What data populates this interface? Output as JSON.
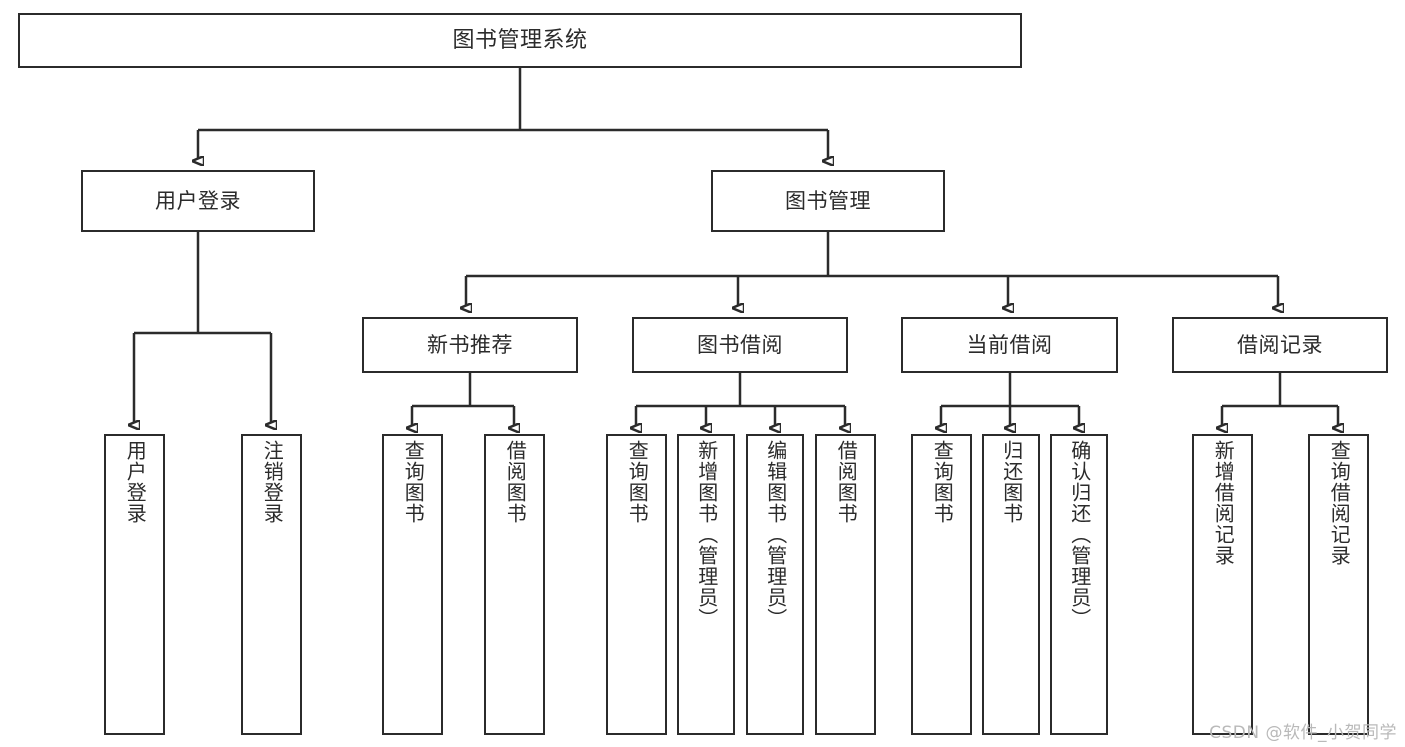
{
  "diagram": {
    "title": "图书管理系统",
    "watermark": "CSDN @软件_小贺同学",
    "style": {
      "line_color": "#2b2b2b",
      "box_fill": "#ffffff",
      "text_color": "#2b2b2b",
      "watermark_color": "#b9b9b9"
    },
    "nodes": {
      "root": {
        "label": "图书管理系统"
      },
      "tier2": [
        {
          "label": "用户登录"
        },
        {
          "label": "图书管理"
        }
      ],
      "tier3": [
        {
          "label": "新书推荐"
        },
        {
          "label": "图书借阅"
        },
        {
          "label": "当前借阅"
        },
        {
          "label": "借阅记录"
        }
      ],
      "leaves": [
        {
          "label": "用户登录"
        },
        {
          "label": "注销登录"
        },
        {
          "label": "查询图书"
        },
        {
          "label": "借阅图书"
        },
        {
          "label": "查询图书"
        },
        {
          "label": "新增图书（管理员）"
        },
        {
          "label": "编辑图书（管理员）"
        },
        {
          "label": "借阅图书"
        },
        {
          "label": "查询图书"
        },
        {
          "label": "归还图书"
        },
        {
          "label": "确认归还（管理员）"
        },
        {
          "label": "新增借阅记录"
        },
        {
          "label": "查询借阅记录"
        }
      ]
    }
  }
}
